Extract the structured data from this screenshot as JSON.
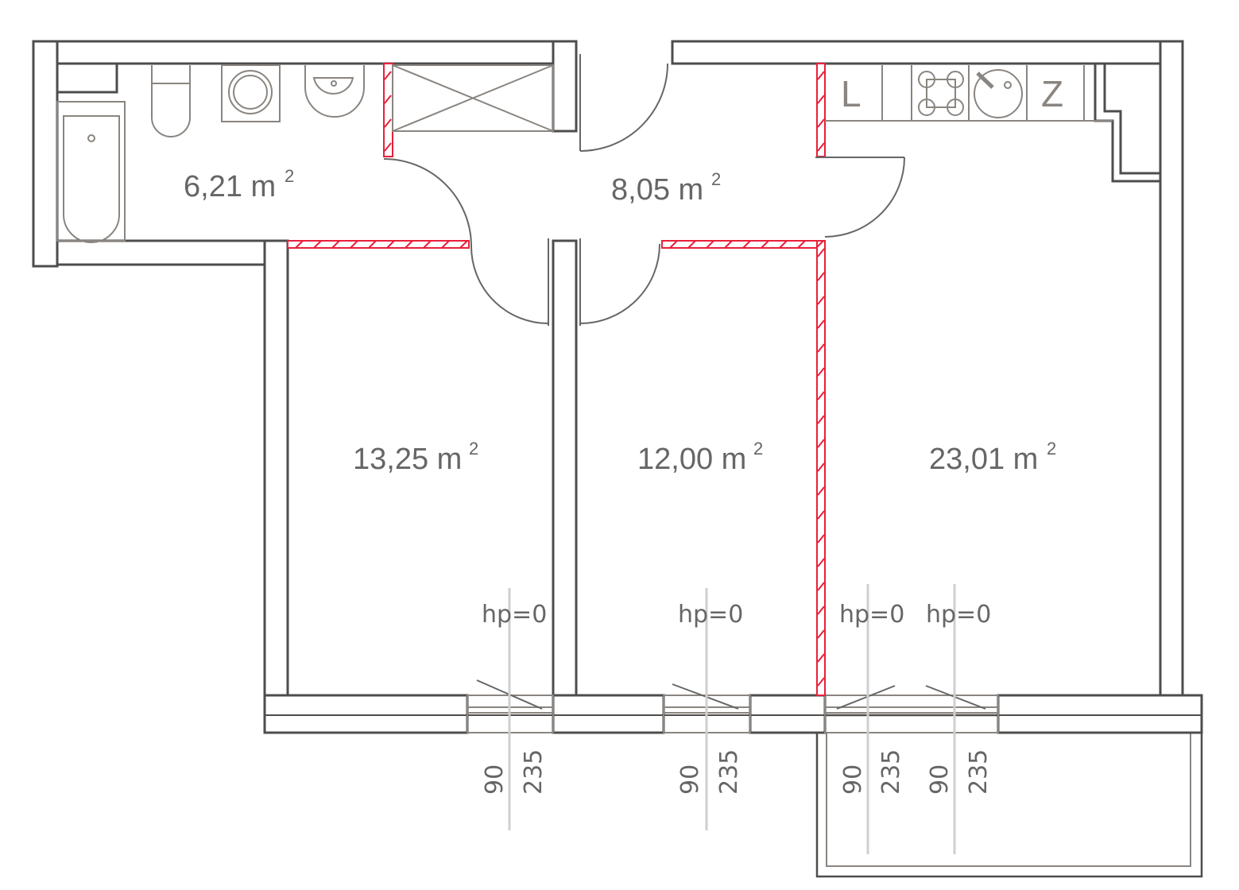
{
  "rooms": [
    {
      "id": "bathroom",
      "area": "6,21 m",
      "sup": "2"
    },
    {
      "id": "hall",
      "area": "8,05 m",
      "sup": "2"
    },
    {
      "id": "bedroom-1",
      "area": "13,25 m",
      "sup": "2"
    },
    {
      "id": "bedroom-2",
      "area": "12,00 m",
      "sup": "2"
    },
    {
      "id": "living-kitchen",
      "area": "23,01 m",
      "sup": "2"
    }
  ],
  "kitchen": {
    "fridge_label": "L",
    "dishwasher_label": "Z"
  },
  "windows": [
    {
      "sill": "hp=0",
      "width": "90",
      "height": "235"
    },
    {
      "sill": "hp=0",
      "width": "90",
      "height": "235"
    },
    {
      "sill": "hp=0",
      "width": "90",
      "height": "235"
    },
    {
      "sill": "hp=0",
      "width": "90",
      "height": "235"
    }
  ],
  "colors": {
    "wall": "#4d4d4d",
    "new_partition": "#e8203a",
    "fixture": "#8a8580"
  }
}
